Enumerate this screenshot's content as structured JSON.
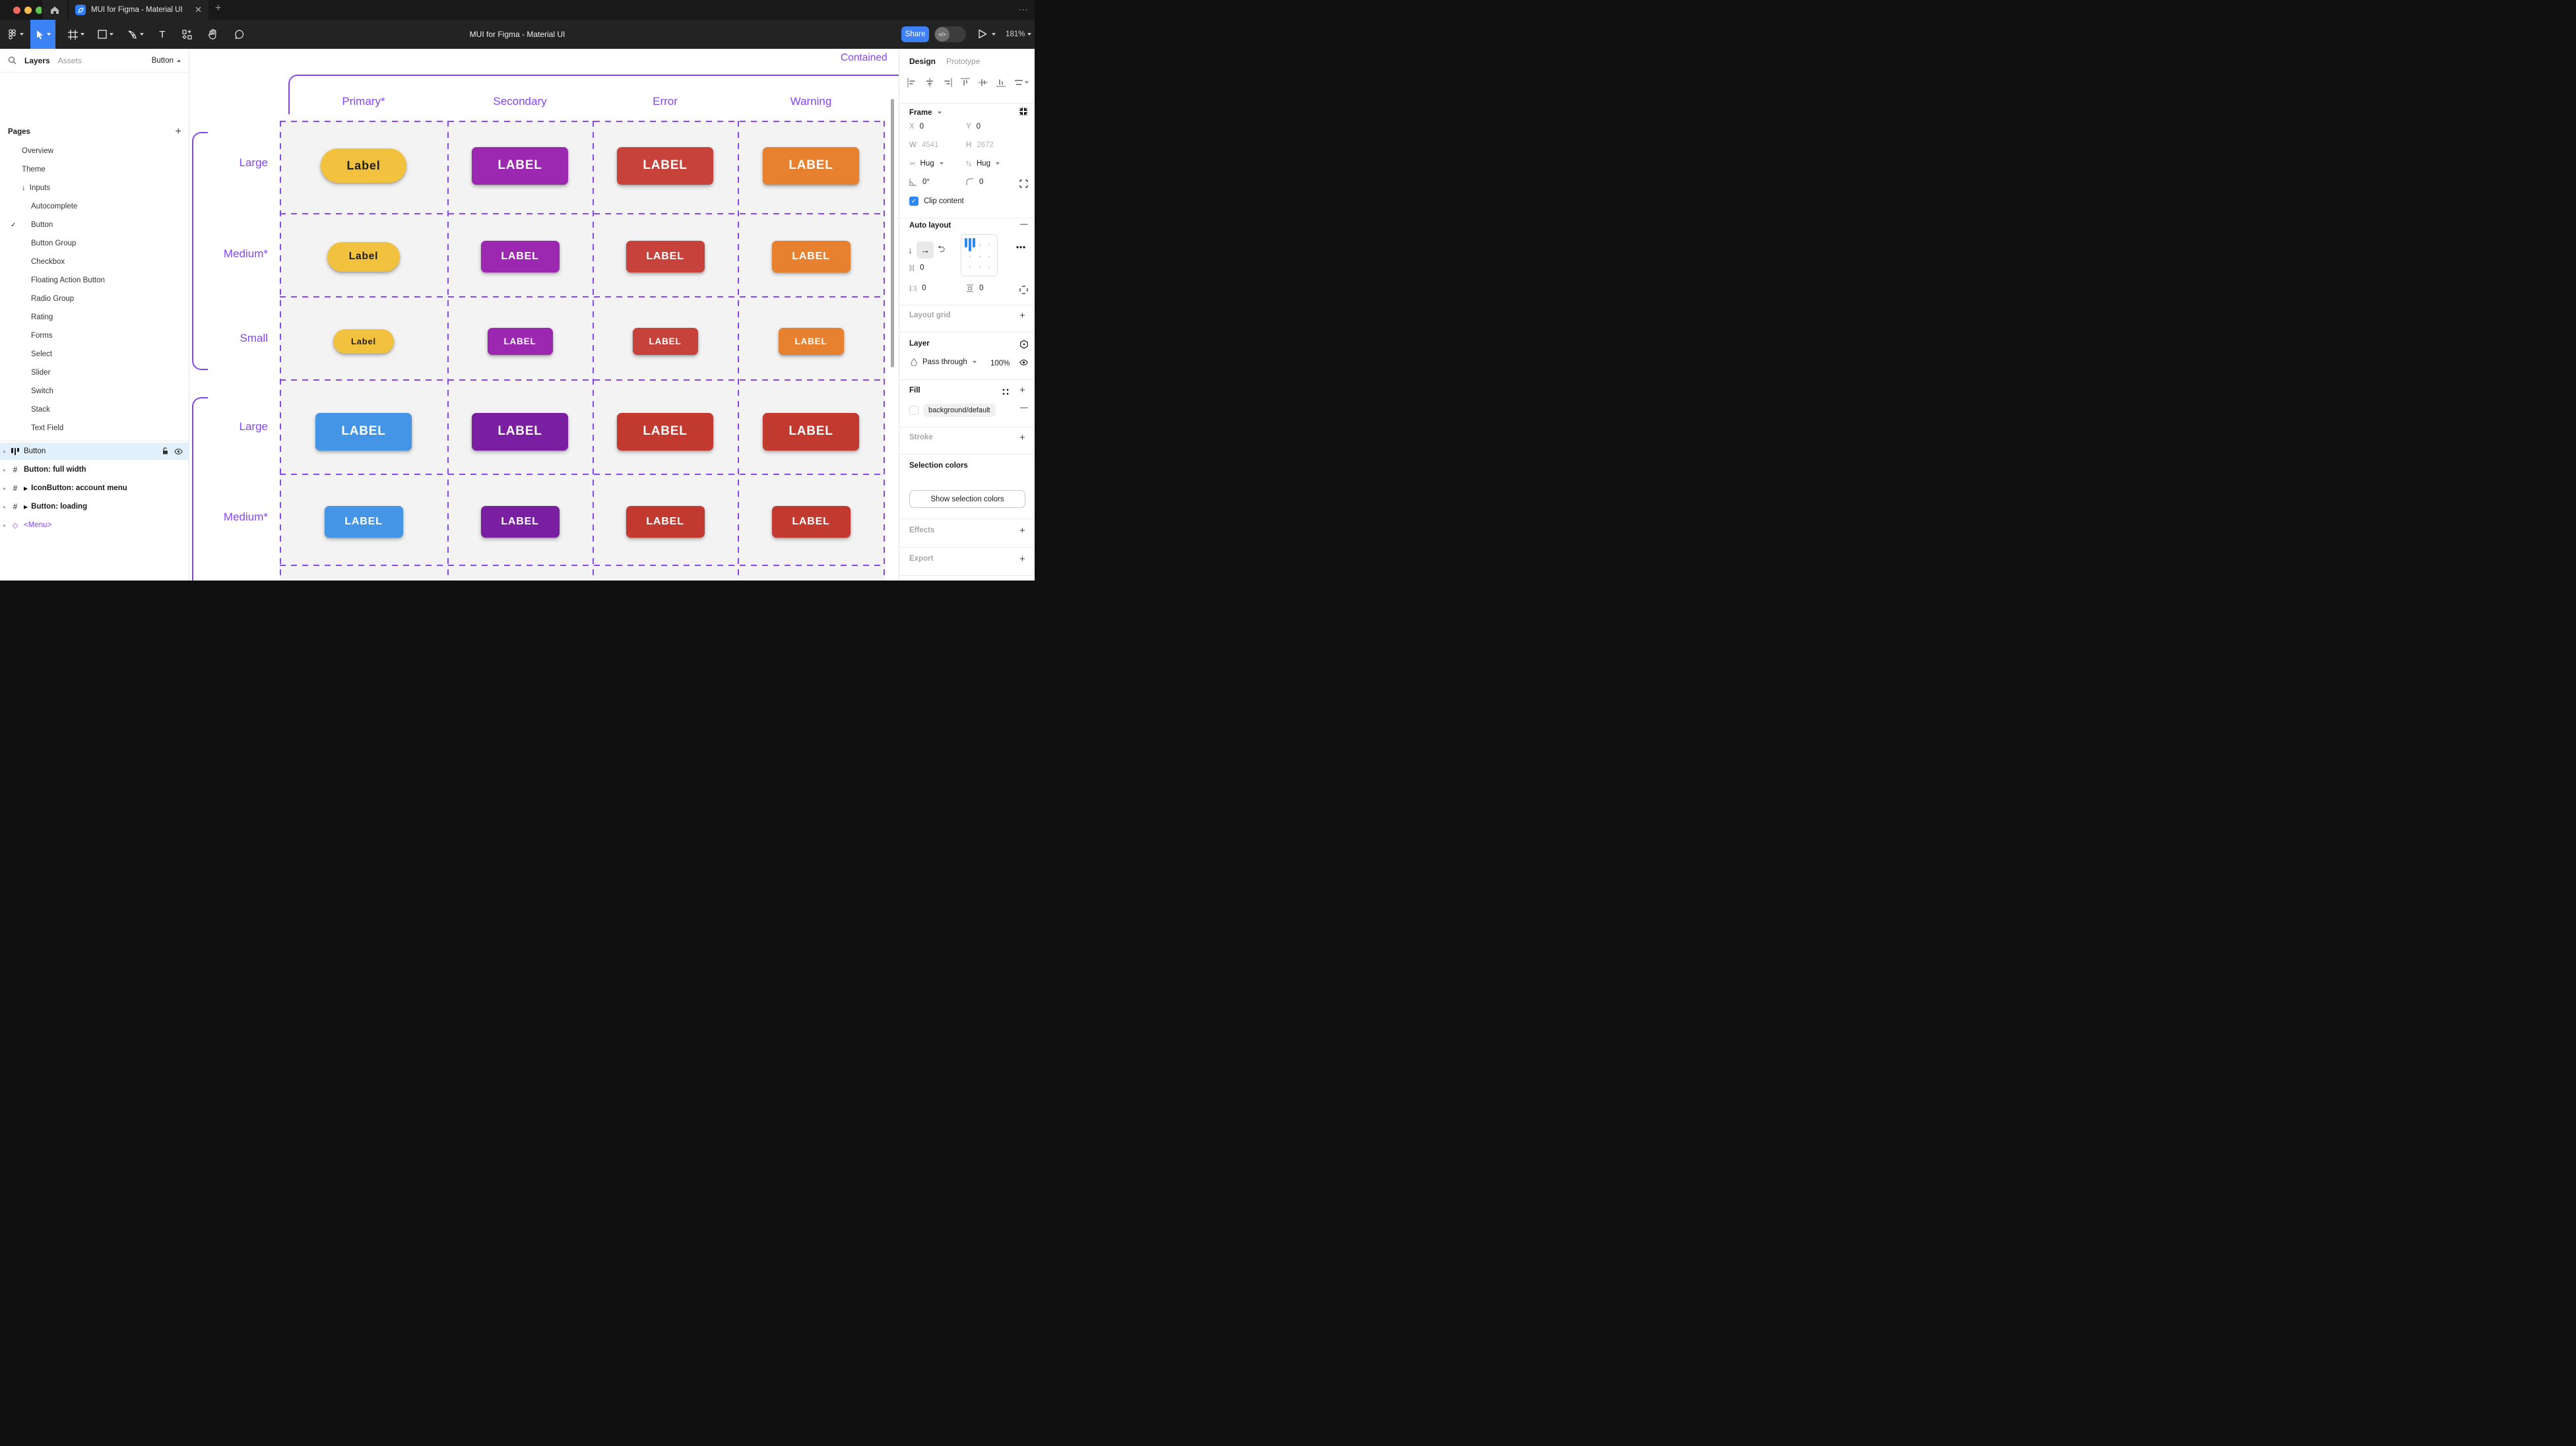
{
  "icons": {
    "check": "✓",
    "arrow_down": "↓",
    "play": "▶",
    "diamond": "◇",
    "close": "✕",
    "plus": "+",
    "dots": "⋯",
    "minus": "—",
    "chevron": "⌄",
    "code": "</>"
  },
  "colors": {
    "accent_purple": "#8a45f6",
    "share_blue": "#3e80f7",
    "tool_selected_blue": "#3b82f6",
    "checkbox_blue": "#2f88f8",
    "cell_bg": "#f3f3f4"
  },
  "window": {
    "tab_title": "MUI for Figma - Material UI"
  },
  "toolbar": {
    "document_title": "MUI for Figma - Material UI",
    "share_label": "Share",
    "zoom_level": "181%"
  },
  "sidebar": {
    "tab_layers": "Layers",
    "tab_assets": "Assets",
    "page_selector": "Button",
    "pages_title": "Pages",
    "pages": [
      {
        "label": "Overview"
      },
      {
        "label": "Theme"
      },
      {
        "label": "Inputs"
      },
      {
        "label": "Autocomplete"
      },
      {
        "label": "Button"
      },
      {
        "label": "Button Group"
      },
      {
        "label": "Checkbox"
      },
      {
        "label": "Floating Action Button"
      },
      {
        "label": "Radio Group"
      },
      {
        "label": "Rating"
      },
      {
        "label": "Forms"
      },
      {
        "label": "Select"
      },
      {
        "label": "Slider"
      },
      {
        "label": "Switch"
      },
      {
        "label": "Stack"
      },
      {
        "label": "Text Field"
      }
    ],
    "layers": [
      {
        "label": "Button"
      },
      {
        "label": "Button: full width"
      },
      {
        "label": "IconButton: account menu"
      },
      {
        "label": "Button: loading"
      },
      {
        "label": "<Menu>"
      }
    ]
  },
  "canvas": {
    "frame_title": "Contained",
    "columns": [
      "Primary*",
      "Secondary",
      "Error",
      "Warning"
    ],
    "rows": [
      {
        "label": "Large",
        "buttons": [
          {
            "text": "Label",
            "bg": "#f2c13e",
            "fg": "#1f1f1f",
            "pill": true
          },
          {
            "text": "LABEL",
            "bg": "#9c27b0",
            "fg": "#ffffff"
          },
          {
            "text": "LABEL",
            "bg": "#c8423c",
            "fg": "#ffffff"
          },
          {
            "text": "LABEL",
            "bg": "#e8812f",
            "fg": "#ffffff"
          }
        ]
      },
      {
        "label": "Medium*",
        "buttons": [
          {
            "text": "Label",
            "bg": "#f2c13e",
            "fg": "#1f1f1f",
            "pill": true
          },
          {
            "text": "LABEL",
            "bg": "#9c27b0",
            "fg": "#ffffff"
          },
          {
            "text": "LABEL",
            "bg": "#c8423c",
            "fg": "#ffffff"
          },
          {
            "text": "LABEL",
            "bg": "#e8812f",
            "fg": "#ffffff"
          }
        ]
      },
      {
        "label": "Small",
        "buttons": [
          {
            "text": "Label",
            "bg": "#f2c13e",
            "fg": "#1f1f1f",
            "pill": true
          },
          {
            "text": "LABEL",
            "bg": "#9c27b0",
            "fg": "#ffffff"
          },
          {
            "text": "LABEL",
            "bg": "#c8423c",
            "fg": "#ffffff"
          },
          {
            "text": "LABEL",
            "bg": "#e8812f",
            "fg": "#ffffff"
          }
        ]
      },
      {
        "label": "Large",
        "buttons": [
          {
            "text": "LABEL",
            "bg": "#4595e7",
            "fg": "#ffffff"
          },
          {
            "text": "LABEL",
            "bg": "#7b1fa2",
            "fg": "#ffffff"
          },
          {
            "text": "LABEL",
            "bg": "#c23a2f",
            "fg": "#ffffff"
          },
          {
            "text": "LABEL",
            "bg": "#c23a2f",
            "fg": "#ffffff"
          }
        ]
      },
      {
        "label": "Medium*",
        "buttons": [
          {
            "text": "LABEL",
            "bg": "#4595e7",
            "fg": "#ffffff"
          },
          {
            "text": "LABEL",
            "bg": "#7b1fa2",
            "fg": "#ffffff"
          },
          {
            "text": "LABEL",
            "bg": "#c23a2f",
            "fg": "#ffffff"
          },
          {
            "text": "LABEL",
            "bg": "#c23a2f",
            "fg": "#ffffff"
          }
        ]
      }
    ]
  },
  "inspector": {
    "tab_design": "Design",
    "tab_prototype": "Prototype",
    "frame": {
      "title": "Frame",
      "x_label": "X",
      "x": "0",
      "y_label": "Y",
      "y": "0",
      "w_label": "W",
      "w": "4541",
      "h_label": "H",
      "h": "2672",
      "hug_h": "Hug",
      "hug_v": "Hug",
      "rotation": "0°",
      "corner_radius": "0",
      "clip_label": "Clip content"
    },
    "auto_layout": {
      "title": "Auto layout",
      "gap": "0",
      "padding_h": "0",
      "padding_v": "0"
    },
    "layout_grid_title": "Layout grid",
    "layer": {
      "title": "Layer",
      "blend_mode": "Pass through",
      "opacity": "100%"
    },
    "fill": {
      "title": "Fill",
      "token": "background/default"
    },
    "stroke_title": "Stroke",
    "selection_colors": {
      "title": "Selection colors",
      "button_label": "Show selection colors"
    },
    "effects_title": "Effects",
    "export_title": "Export"
  }
}
